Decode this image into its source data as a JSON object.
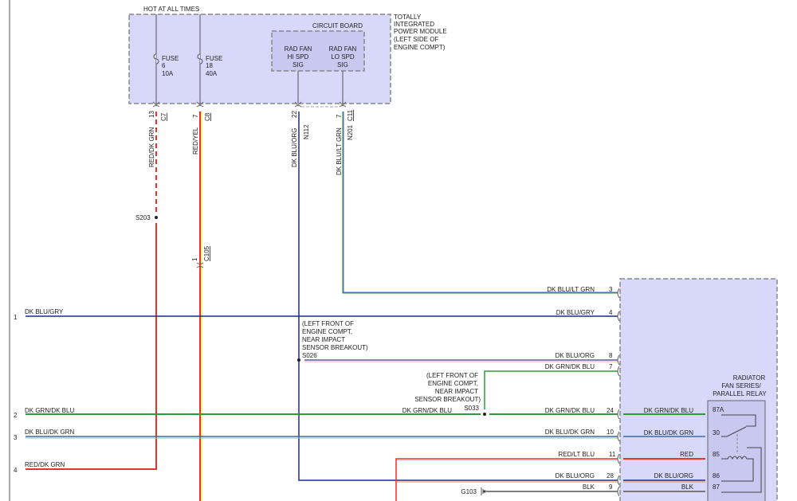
{
  "module": {
    "hot_label": "HOT AT ALL TIMES",
    "name_lines": [
      "TOTALLY",
      "INTEGRATED",
      "POWER MODULE",
      "(LEFT SIDE OF",
      "ENGINE COMPT)"
    ],
    "circuit_board": "CIRCUIT BOARD",
    "fuse1": [
      "FUSE",
      "6",
      "10A"
    ],
    "fuse2": [
      "FUSE",
      "18",
      "40A"
    ],
    "hi_spd": [
      "RAD FAN",
      "HI SPD",
      "SIG"
    ],
    "lo_spd": [
      "RAD FAN",
      "LO SPD",
      "SIG"
    ]
  },
  "module_pins": [
    {
      "pin": "13",
      "connector": "C7",
      "wire": "RED/DK GRN",
      "circuit": ""
    },
    {
      "pin": "7",
      "connector": "C8",
      "wire": "RED/YEL",
      "circuit": ""
    },
    {
      "pin": "22",
      "connector": "",
      "wire": "DK BLU/ORG",
      "circuit": "N112"
    },
    {
      "pin": "7",
      "connector": "C11",
      "wire": "DK BLU/LT GRN",
      "circuit": "N201"
    }
  ],
  "splices": {
    "s203": "S203",
    "s026": "S026",
    "s026_location": [
      "(LEFT FRONT OF",
      "ENGINE COMPT,",
      "NEAR IMPACT",
      "SENSOR BREAKOUT)"
    ],
    "s033": "S033",
    "s033_location": [
      "(LEFT FRONT OF",
      "ENGINE COMPT,",
      "NEAR IMPACT",
      "SENSOR BREAKOUT)"
    ],
    "c105_pin": "1",
    "c105": "C105",
    "g103": "G103"
  },
  "left_wires": [
    {
      "num": "1",
      "wire": "DK BLU/GRY"
    },
    {
      "num": "2",
      "wire": "DK GRN/DK BLU"
    },
    {
      "num": "3",
      "wire": "DK BLU/DK GRN"
    },
    {
      "num": "4",
      "wire": "RED/DK GRN"
    }
  ],
  "s033_left_wire": "DK GRN/DK BLU",
  "right_pins": [
    {
      "pin": "3",
      "wire": "DK BLU/LT GRN"
    },
    {
      "pin": "4",
      "wire": "DK BLU/GRY"
    },
    {
      "pin": "8",
      "wire": "DK BLU/ORG"
    },
    {
      "pin": "7",
      "wire": "DK GRN/DK BLU"
    },
    {
      "pin": "24",
      "wire": "DK GRN/DK BLU"
    },
    {
      "pin": "10",
      "wire": "DK BLU/DK GRN"
    },
    {
      "pin": "11",
      "wire": "RED/LT BLU"
    },
    {
      "pin": "28",
      "wire": "DK BLU/ORG"
    },
    {
      "pin": "9",
      "wire": "BLK"
    }
  ],
  "relay": {
    "title": [
      "RADIATOR",
      "FAN SERIES/",
      "PARALLEL RELAY"
    ],
    "pins": [
      {
        "term": "87A",
        "wire": "DK GRN/DK BLU"
      },
      {
        "term": "30",
        "wire": "DK BLU/DK GRN"
      },
      {
        "term": "85",
        "wire": "RED"
      },
      {
        "term": "86",
        "wire": "DK BLU/ORG"
      },
      {
        "term": "87",
        "wire": "BLK"
      }
    ]
  },
  "colors": {
    "module_fill": "#d8d8fa",
    "red": "#e8322c",
    "dk_blue": "#1a2a8c",
    "dk_green": "#2e9a3a",
    "yellow": "#f2e600",
    "orange": "#f09030"
  }
}
